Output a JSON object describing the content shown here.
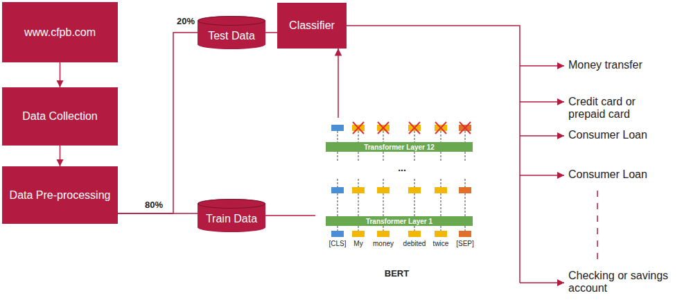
{
  "diagram": {
    "nodes": [
      {
        "text": [
          "www.cfpb.com"
        ]
      },
      {
        "text": [
          "Data Collection"
        ]
      },
      {
        "text": [
          "Data Pre-processing"
        ]
      },
      {
        "text": [
          "Test Data"
        ]
      },
      {
        "text": [
          "Train Data"
        ]
      },
      {
        "text": [
          "Classifier"
        ]
      },
      {
        "text": [
          "BERT"
        ]
      },
      {
        "text": [
          "Transformer Layer 12"
        ],
        "in": 6
      },
      {
        "text": [
          "Transformer Layer 1"
        ],
        "in": 6
      }
    ],
    "edges": [
      {
        "from": 0,
        "to": 1,
        "arrow": "to"
      },
      {
        "from": 1,
        "to": 2,
        "arrow": "to"
      },
      {
        "from": 2,
        "to": 3,
        "label": "20%",
        "arrow": "none"
      },
      {
        "from": 2,
        "to": 4,
        "label": "80%",
        "arrow": "none"
      },
      {
        "from": 3,
        "to": 5,
        "arrow": "none"
      },
      {
        "from": 4,
        "to": 6,
        "arrow": "none"
      },
      {
        "from": 6,
        "to": 5,
        "arrow": "to"
      }
    ],
    "labels": [
      "[CLS]",
      "My",
      "money",
      "debited",
      "twice",
      "[SEP]",
      "...",
      "Money transfer",
      "Credit card or prepaid card",
      "Consumer Loan",
      "Consumer Loan",
      "Checking or savings account"
    ]
  }
}
